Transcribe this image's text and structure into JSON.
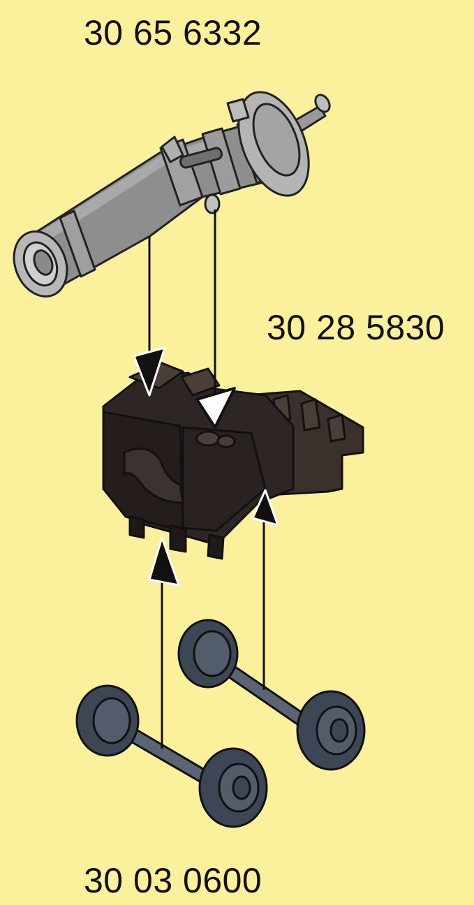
{
  "diagram": {
    "background_color": "#fbf09b",
    "parts": [
      {
        "id": "cannon-barrel",
        "label": "30 65 6332"
      },
      {
        "id": "carriage",
        "label": "30 28 5830"
      },
      {
        "id": "wheel-axles",
        "label": "30 03 0600"
      }
    ]
  }
}
